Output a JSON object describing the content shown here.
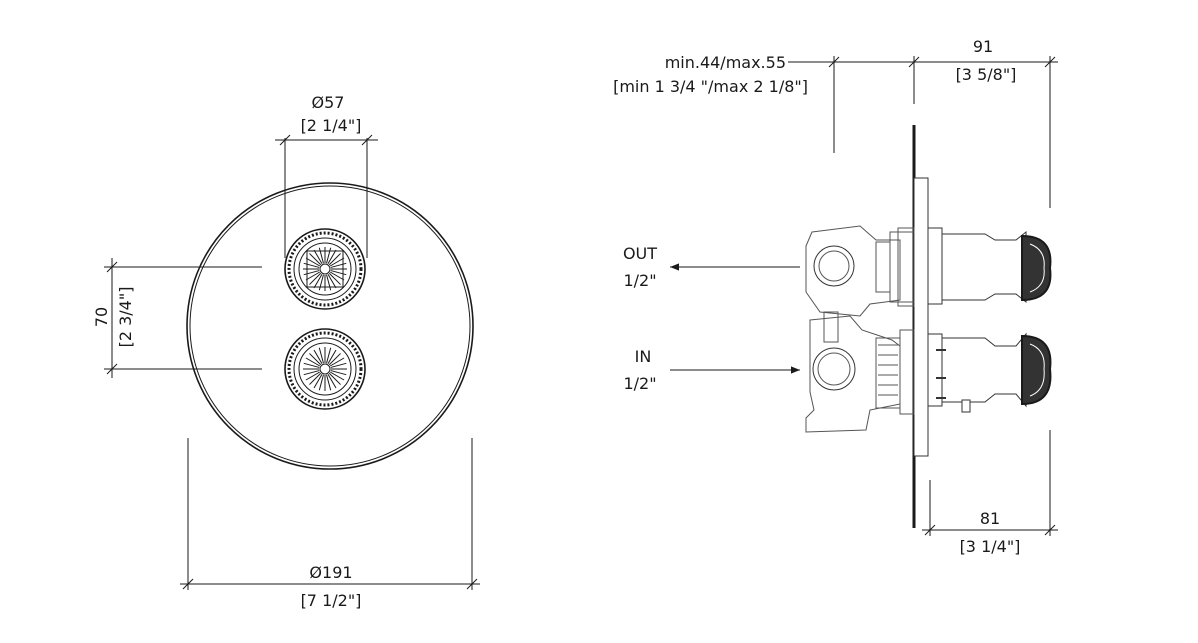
{
  "front_view": {
    "knob_diameter": {
      "mm": "Ø57",
      "inch": "[2 1/4\"]"
    },
    "knob_spacing": {
      "mm": "70",
      "inch": "[2 3/4\"]"
    },
    "plate_diameter": {
      "mm": "Ø191",
      "inch": "[7 1/2\"]"
    }
  },
  "side_view": {
    "wall_depth": {
      "mm": "min.44/max.55",
      "inch": "[min 1 3/4 \"/max 2 1/8\"]"
    },
    "total_depth": {
      "mm": "91",
      "inch": "[3 5/8\"]"
    },
    "trim_depth": {
      "mm": "81",
      "inch": "[3 1/4\"]"
    },
    "outlet": {
      "label": "OUT",
      "size": "1/2\""
    },
    "inlet": {
      "label": "IN",
      "size": "1/2\""
    }
  }
}
